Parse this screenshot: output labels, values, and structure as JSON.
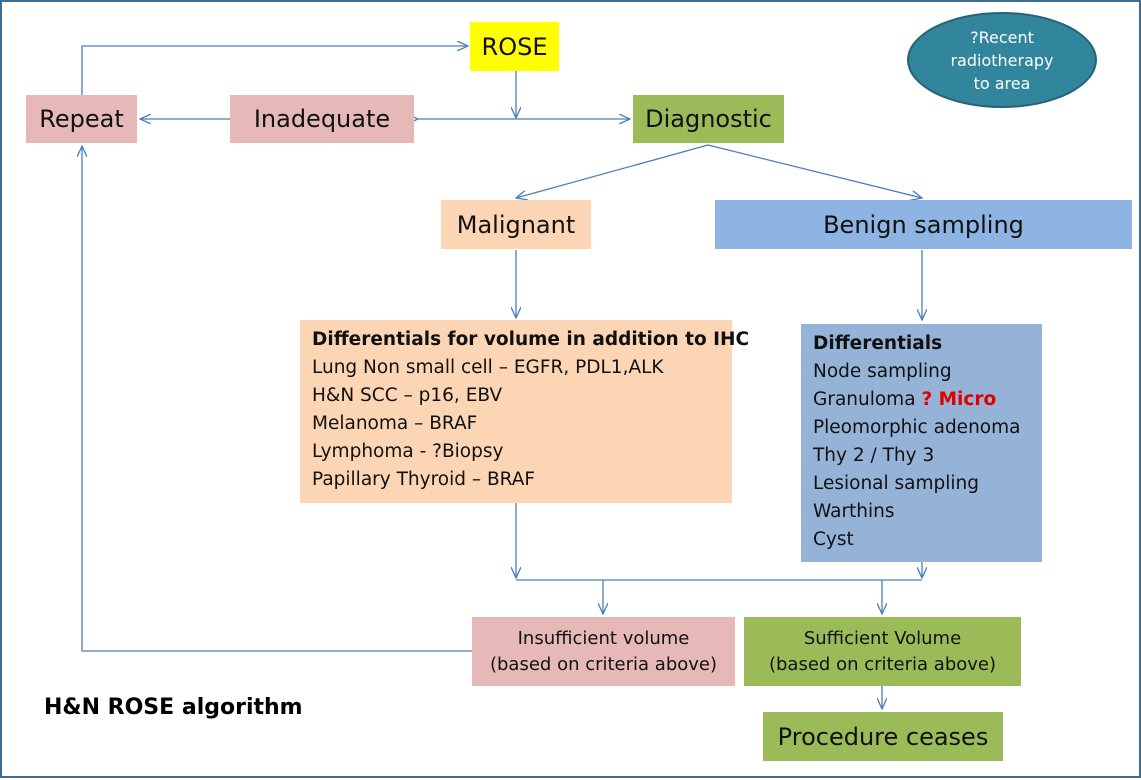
{
  "nodes": {
    "rose": "ROSE",
    "repeat": "Repeat",
    "inadequate": "Inadequate",
    "diagnostic": "Diagnostic",
    "malignant": "Malignant",
    "benign": "Benign sampling",
    "insufficient_line1": "Insufficient volume",
    "insufficient_line2": "(based on criteria above)",
    "sufficient_line1": "Sufficient Volume",
    "sufficient_line2": "(based on criteria above)",
    "procedure_ceases": "Procedure ceases"
  },
  "ellipse": {
    "line1": "?Recent",
    "line2": "radiotherapy",
    "line3": "to area"
  },
  "malignant_list": {
    "heading": "Differentials for volume in addition to IHC",
    "items": [
      "Lung Non small cell – EGFR, PDL1,ALK",
      "H&N SCC – p16, EBV",
      "Melanoma  – BRAF",
      "Lymphoma  - ?Biopsy",
      "Papillary Thyroid – BRAF"
    ]
  },
  "benign_list": {
    "heading": "Differentials",
    "node_sampling": "Node sampling",
    "granuloma": "Granuloma ",
    "micro": "? Micro",
    "pleomorphic": "Pleomorphic adenoma",
    "thy": "Thy 2 / Thy 3",
    "lesional": "Lesional sampling",
    "warthins": "Warthins",
    "cyst": "Cyst"
  },
  "title": "H&N ROSE algorithm",
  "colors": {
    "rose": "#ffff00",
    "repeat": "#e6b9b8",
    "diagnostic": "#9bbb59",
    "malignant": "#fcd5b5",
    "benign_header": "#8eb4e3",
    "benign_list": "#95b3d7",
    "arrow": "#4a7ebb",
    "border": "#3d6e8f",
    "ellipse": "#31859c",
    "micro": "#e00000"
  }
}
